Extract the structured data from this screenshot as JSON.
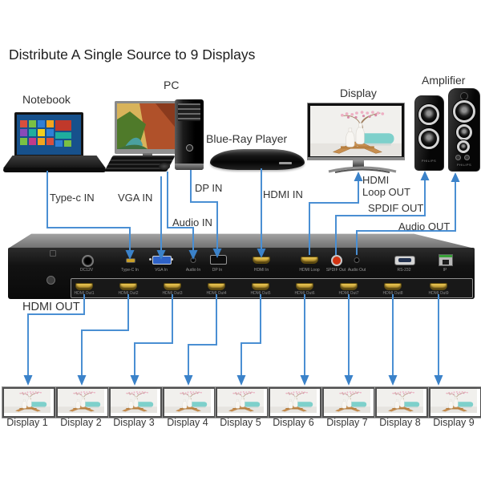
{
  "title": "Distribute A Single Source to 9 Displays",
  "source_devices": {
    "notebook": {
      "label": "Notebook"
    },
    "pc": {
      "label": "PC"
    },
    "bluray": {
      "label": "Blue-Ray Player"
    },
    "display": {
      "label": "Display"
    },
    "amplifier": {
      "label": "Amplifier",
      "brand": "PHILIPS"
    }
  },
  "io": {
    "typec": "Type-c IN",
    "vga": "VGA IN",
    "audio_in": "Audio IN",
    "dp": "DP IN",
    "hdmi_in": "HDMI IN",
    "hdmi_loop1": "HDMI",
    "hdmi_loop2": "Loop OUT",
    "spdif": "SPDIF OUT",
    "audio_out": "Audio OUT",
    "hdmi_out": "HDMI OUT"
  },
  "panel": {
    "top_ports": [
      {
        "name": "power",
        "label": "DC12V"
      },
      {
        "name": "type-c-in",
        "label": "Type-C In"
      },
      {
        "name": "vga-in",
        "label": "VGA In"
      },
      {
        "name": "audio-in",
        "label": "Audio In"
      },
      {
        "name": "dp-in",
        "label": "DP In"
      },
      {
        "name": "hdmi-in",
        "label": "HDMI In"
      },
      {
        "name": "hdmi-loop",
        "label": "HDMI Loop"
      },
      {
        "name": "spdif-out",
        "label": "SPDIF Out"
      },
      {
        "name": "audio-out",
        "label": "Audio Out"
      },
      {
        "name": "rs-232",
        "label": "RS-232"
      },
      {
        "name": "ip",
        "label": "IP"
      }
    ],
    "out_ports": [
      "HDMI Out1",
      "HDMI Out2",
      "HDMI Out3",
      "HDMI Out4",
      "HDMI Out5",
      "HDMI Out6",
      "HDMI Out7",
      "HDMI Out8",
      "HDMI Out9"
    ]
  },
  "displays": [
    "Display 1",
    "Display 2",
    "Display 3",
    "Display 4",
    "Display 5",
    "Display 6",
    "Display 7",
    "Display 8",
    "Display 9"
  ],
  "colors": {
    "connector_blue": "#4a8fd3",
    "label_text": "#333333"
  }
}
